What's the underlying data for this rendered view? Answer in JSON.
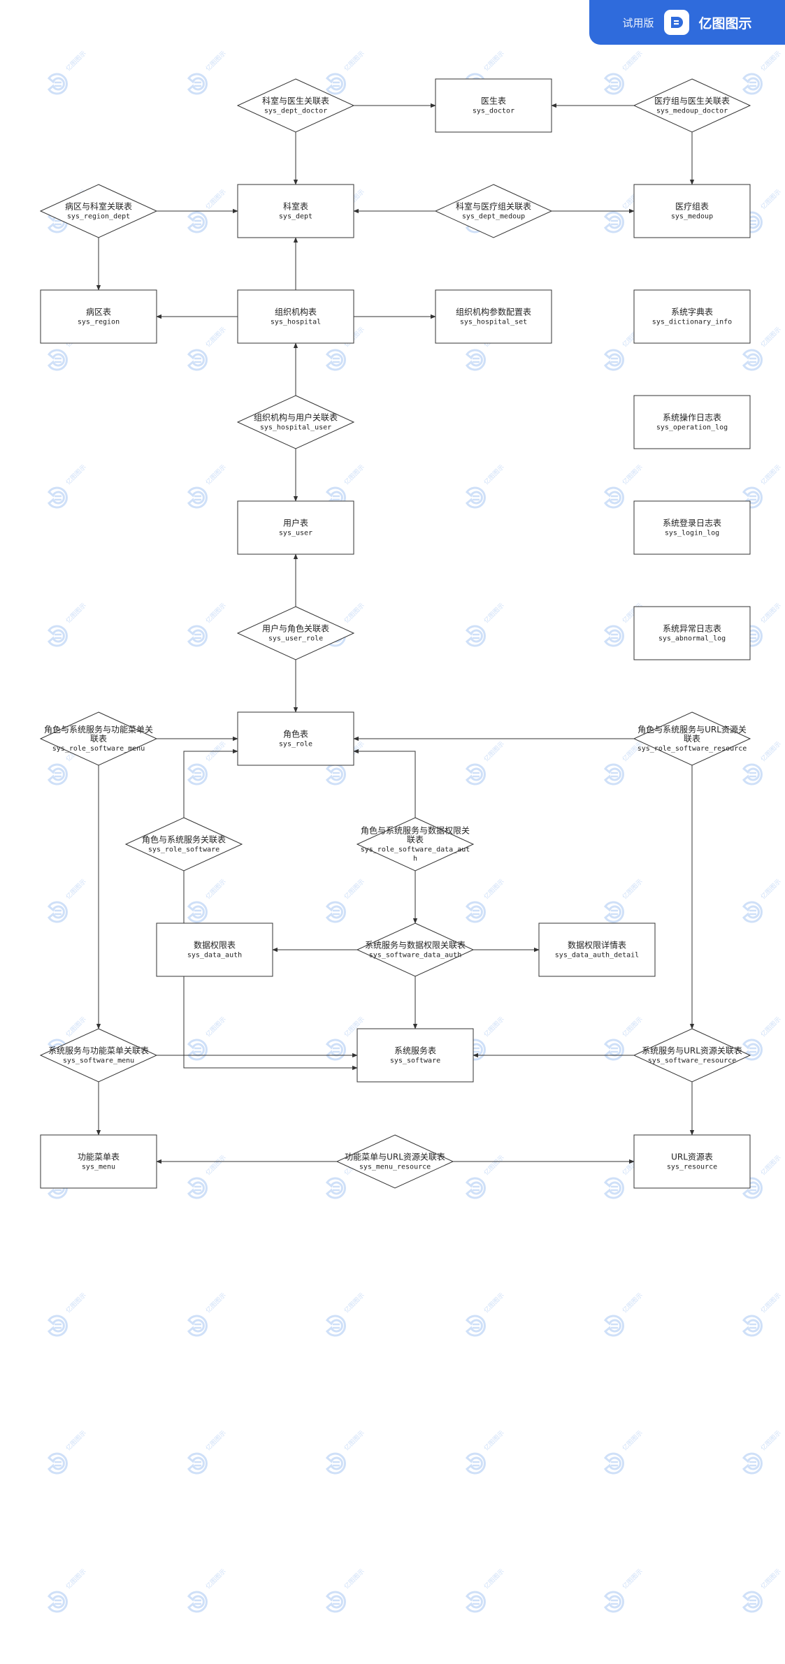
{
  "badge": {
    "trial_label": "试用版",
    "brand_name": "亿图图示",
    "brand_color": "#2f6bdc"
  },
  "watermark": {
    "text": "亿图图示",
    "color": "#cfe0f8"
  },
  "colors": {
    "stroke": "#333333",
    "fill": "#ffffff",
    "text": "#222222"
  },
  "nodes": [
    {
      "id": "dept_doctor",
      "shape": "diamond",
      "label": "科室与医生关联表",
      "name": "sys_dept_doctor"
    },
    {
      "id": "doctor",
      "shape": "rect",
      "label": "医生表",
      "name": "sys_doctor"
    },
    {
      "id": "medoup_doctor",
      "shape": "diamond",
      "label": "医疗组与医生关联表",
      "name": "sys_medoup_doctor"
    },
    {
      "id": "region_dept",
      "shape": "diamond",
      "label": "病区与科室关联表",
      "name": "sys_region_dept"
    },
    {
      "id": "dept",
      "shape": "rect",
      "label": "科室表",
      "name": "sys_dept"
    },
    {
      "id": "dept_medoup",
      "shape": "diamond",
      "label": "科室与医疗组关联表",
      "name": "sys_dept_medoup"
    },
    {
      "id": "medoup",
      "shape": "rect",
      "label": "医疗组表",
      "name": "sys_medoup"
    },
    {
      "id": "region",
      "shape": "rect",
      "label": "病区表",
      "name": "sys_region"
    },
    {
      "id": "hospital",
      "shape": "rect",
      "label": "组织机构表",
      "name": "sys_hospital"
    },
    {
      "id": "hospital_set",
      "shape": "rect",
      "label": "组织机构参数配置表",
      "name": "sys_hospital_set"
    },
    {
      "id": "dictionary",
      "shape": "rect",
      "label": "系统字典表",
      "name": "sys_dictionary_info"
    },
    {
      "id": "hospital_user",
      "shape": "diamond",
      "label": "组织机构与用户关联表",
      "name": "sys_hospital_user"
    },
    {
      "id": "operation_log",
      "shape": "rect",
      "label": "系统操作日志表",
      "name": "sys_operation_log"
    },
    {
      "id": "user",
      "shape": "rect",
      "label": "用户表",
      "name": "sys_user"
    },
    {
      "id": "login_log",
      "shape": "rect",
      "label": "系统登录日志表",
      "name": "sys_login_log"
    },
    {
      "id": "user_role",
      "shape": "diamond",
      "label": "用户与角色关联表",
      "name": "sys_user_role"
    },
    {
      "id": "abnormal_log",
      "shape": "rect",
      "label": "系统异常日志表",
      "name": "sys_abnormal_log"
    },
    {
      "id": "role_software_menu",
      "shape": "diamond",
      "label": [
        "角色与系统服务与功能菜单关",
        "联表"
      ],
      "name": "sys_role_software_menu"
    },
    {
      "id": "role",
      "shape": "rect",
      "label": "角色表",
      "name": "sys_role"
    },
    {
      "id": "role_software_resource",
      "shape": "diamond",
      "label": [
        "角色与系统服务与URL资源关",
        "联表"
      ],
      "name": "sys_role_software_resource"
    },
    {
      "id": "role_software",
      "shape": "diamond",
      "label": "角色与系统服务关联表",
      "name": "sys_role_software"
    },
    {
      "id": "role_software_data_auth",
      "shape": "diamond",
      "label": [
        "角色与系统服务与数据权限关",
        "联表"
      ],
      "name": [
        "sys_role_software_data_aut",
        "h"
      ]
    },
    {
      "id": "data_auth",
      "shape": "rect",
      "label": "数据权限表",
      "name": "sys_data_auth"
    },
    {
      "id": "software_data_auth",
      "shape": "diamond",
      "label": "系统服务与数据权限关联表",
      "name": "sys_software_data_auth"
    },
    {
      "id": "data_auth_detail",
      "shape": "rect",
      "label": "数据权限详情表",
      "name": "sys_data_auth_detail"
    },
    {
      "id": "software_menu",
      "shape": "diamond",
      "label": "系统服务与功能菜单关联表",
      "name": "sys_software_menu"
    },
    {
      "id": "software",
      "shape": "rect",
      "label": "系统服务表",
      "name": "sys_software"
    },
    {
      "id": "software_resource",
      "shape": "diamond",
      "label": "系统服务与URL资源关联表",
      "name": "sys_software_resource"
    },
    {
      "id": "menu",
      "shape": "rect",
      "label": "功能菜单表",
      "name": "sys_menu"
    },
    {
      "id": "menu_resource",
      "shape": "diamond",
      "label": "功能菜单与URL资源关联表",
      "name": "sys_menu_resource"
    },
    {
      "id": "resource",
      "shape": "rect",
      "label": "URL资源表",
      "name": "sys_resource"
    }
  ]
}
